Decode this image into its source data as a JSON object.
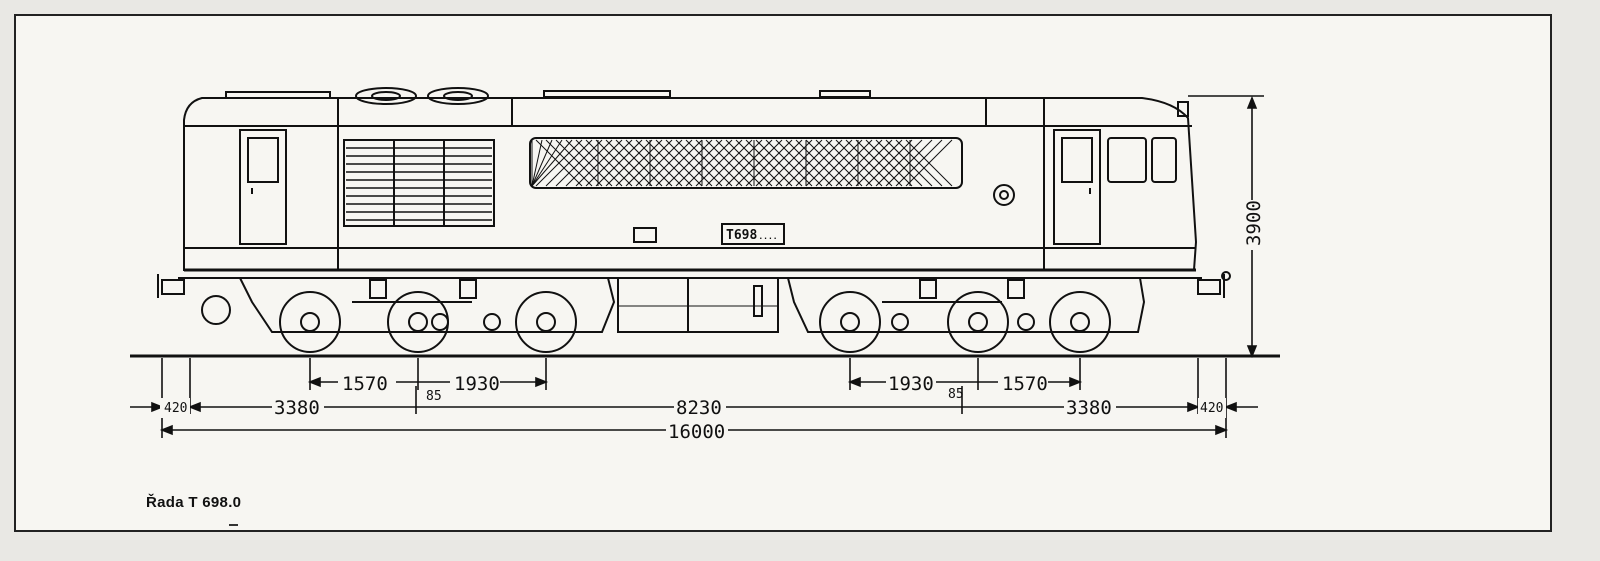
{
  "caption": "Řada T 698.0",
  "locomotive": {
    "number_plate": "T698",
    "number_plate_suffix": "...."
  },
  "dimensions": {
    "height": "3900",
    "overall_length": "16000",
    "bogie_pivot_distance": "8230",
    "end_to_bogie_left": "3380",
    "end_to_bogie_right": "3380",
    "buffer_left": "420",
    "buffer_right": "420",
    "axle_spacing_left_1": "1570",
    "axle_spacing_left_2": "1930",
    "pivot_offset_left": "85",
    "axle_spacing_right_1": "1930",
    "axle_spacing_right_2": "1570",
    "pivot_offset_right": "85"
  },
  "colors": {
    "paper": "#f7f6f2",
    "line": "#111111",
    "background": "#e9e8e4"
  }
}
